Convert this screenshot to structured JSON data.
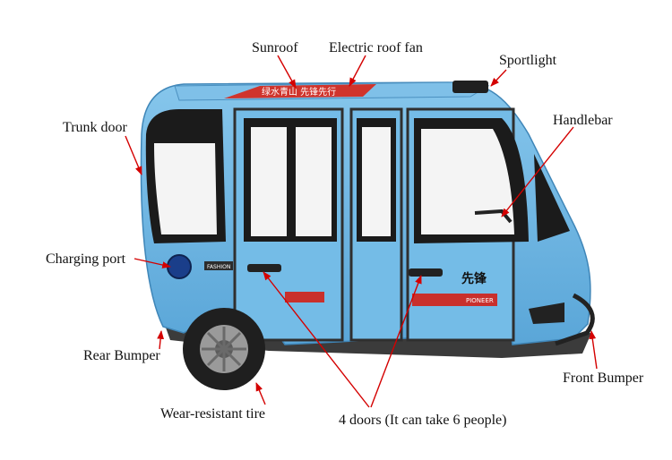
{
  "labels": {
    "sunroof": "Sunroof",
    "electric_roof_fan": "Electric roof fan",
    "sportlight": "Sportlight",
    "trunk_door": "Trunk door",
    "handlebar": "Handlebar",
    "charging_port": "Charging port",
    "rear_bumper": "Rear Bumper",
    "front_bumper": "Front Bumper",
    "wear_resistant_tire": "Wear-resistant tire",
    "doors": "4 doors (It can take 6 people)"
  },
  "vehicle_text": {
    "roof_slogan": "绿水青山 先锋先行",
    "brand_cn": "先锋",
    "badge": "FASHION",
    "stripe_text": "PIONEER"
  },
  "colors": {
    "body": "#6fb8e4",
    "arrow": "#d40000",
    "roof_stripe": "#d0342c"
  }
}
